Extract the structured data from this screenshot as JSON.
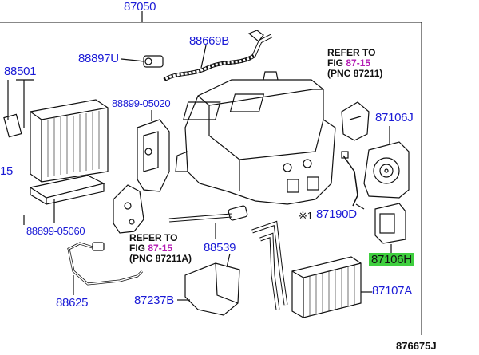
{
  "labels": {
    "main_assembly": "87050",
    "hose": "88669B",
    "valve": "88897U",
    "evaporator": "88501",
    "sensor_a": "88899-05020",
    "seal": "88899-05060",
    "blower_motor": "87106J",
    "resistor": "87106H",
    "damper": "87190D",
    "drain_hose": "88539",
    "tube": "88625",
    "duct": "87237B",
    "heater_core": "87107A",
    "partial_left": "15",
    "ref_note_mark": "※1"
  },
  "refs": {
    "top_right": {
      "line1": "REFER TO",
      "line2_prefix": "FIG ",
      "line2_link": "87-15",
      "line3": "(PNC 87211)"
    },
    "middle": {
      "line1": "REFER TO",
      "line2_prefix": "FIG ",
      "line2_link": "87-15",
      "line3": "(PNC 87211A)"
    }
  },
  "figure_id": "876675J",
  "colors": {
    "label": "#1a1ad6",
    "link": "#b31bb3",
    "highlight": "#3fcf3f",
    "line": "#111111"
  }
}
